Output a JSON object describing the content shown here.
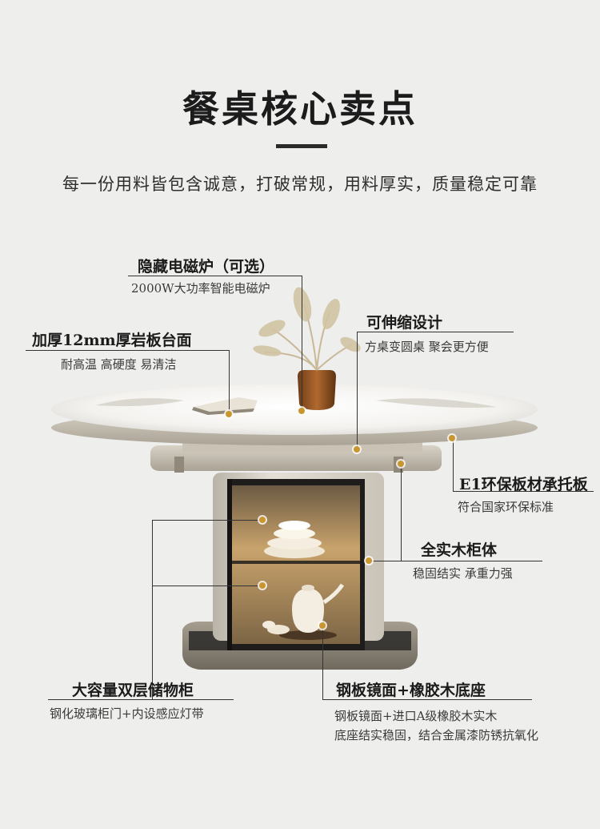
{
  "header": {
    "title": "餐桌核心卖点",
    "subtitle": "每一份用料皆包含诚意，打破常规，用料厚实，质量稳定可靠"
  },
  "features": {
    "induction": {
      "title": "隐藏电磁炉（可选）",
      "desc": "2000W大功率智能电磁炉"
    },
    "slab": {
      "title": "加厚12mm厚岩板台面",
      "desc": "耐高温 高硬度 易清洁"
    },
    "extendable": {
      "title": "可伸缩设计",
      "desc": "方桌变圆桌 聚会更方便"
    },
    "support_board": {
      "title": "E1环保板材承托板",
      "desc": "符合国家环保标准"
    },
    "cabinet": {
      "title": "全实木柜体",
      "desc": "稳固结实 承重力强"
    },
    "storage": {
      "title": "大容量双层储物柜",
      "desc": "钢化玻璃柜门+内设感应灯带"
    },
    "base": {
      "title": "钢板镜面+橡胶木底座",
      "desc_line1": "钢板镜面+进口A级橡胶木实木",
      "desc_line2": "底座结实稳固，结合金属漆防锈抗氧化"
    }
  },
  "colors": {
    "background": "#eeeeec",
    "accent_dot": "#c9962f",
    "text_dark": "#1b1b1b",
    "cabinet_glow": "#d9b47a",
    "table_frame": "#bdb6aa"
  }
}
